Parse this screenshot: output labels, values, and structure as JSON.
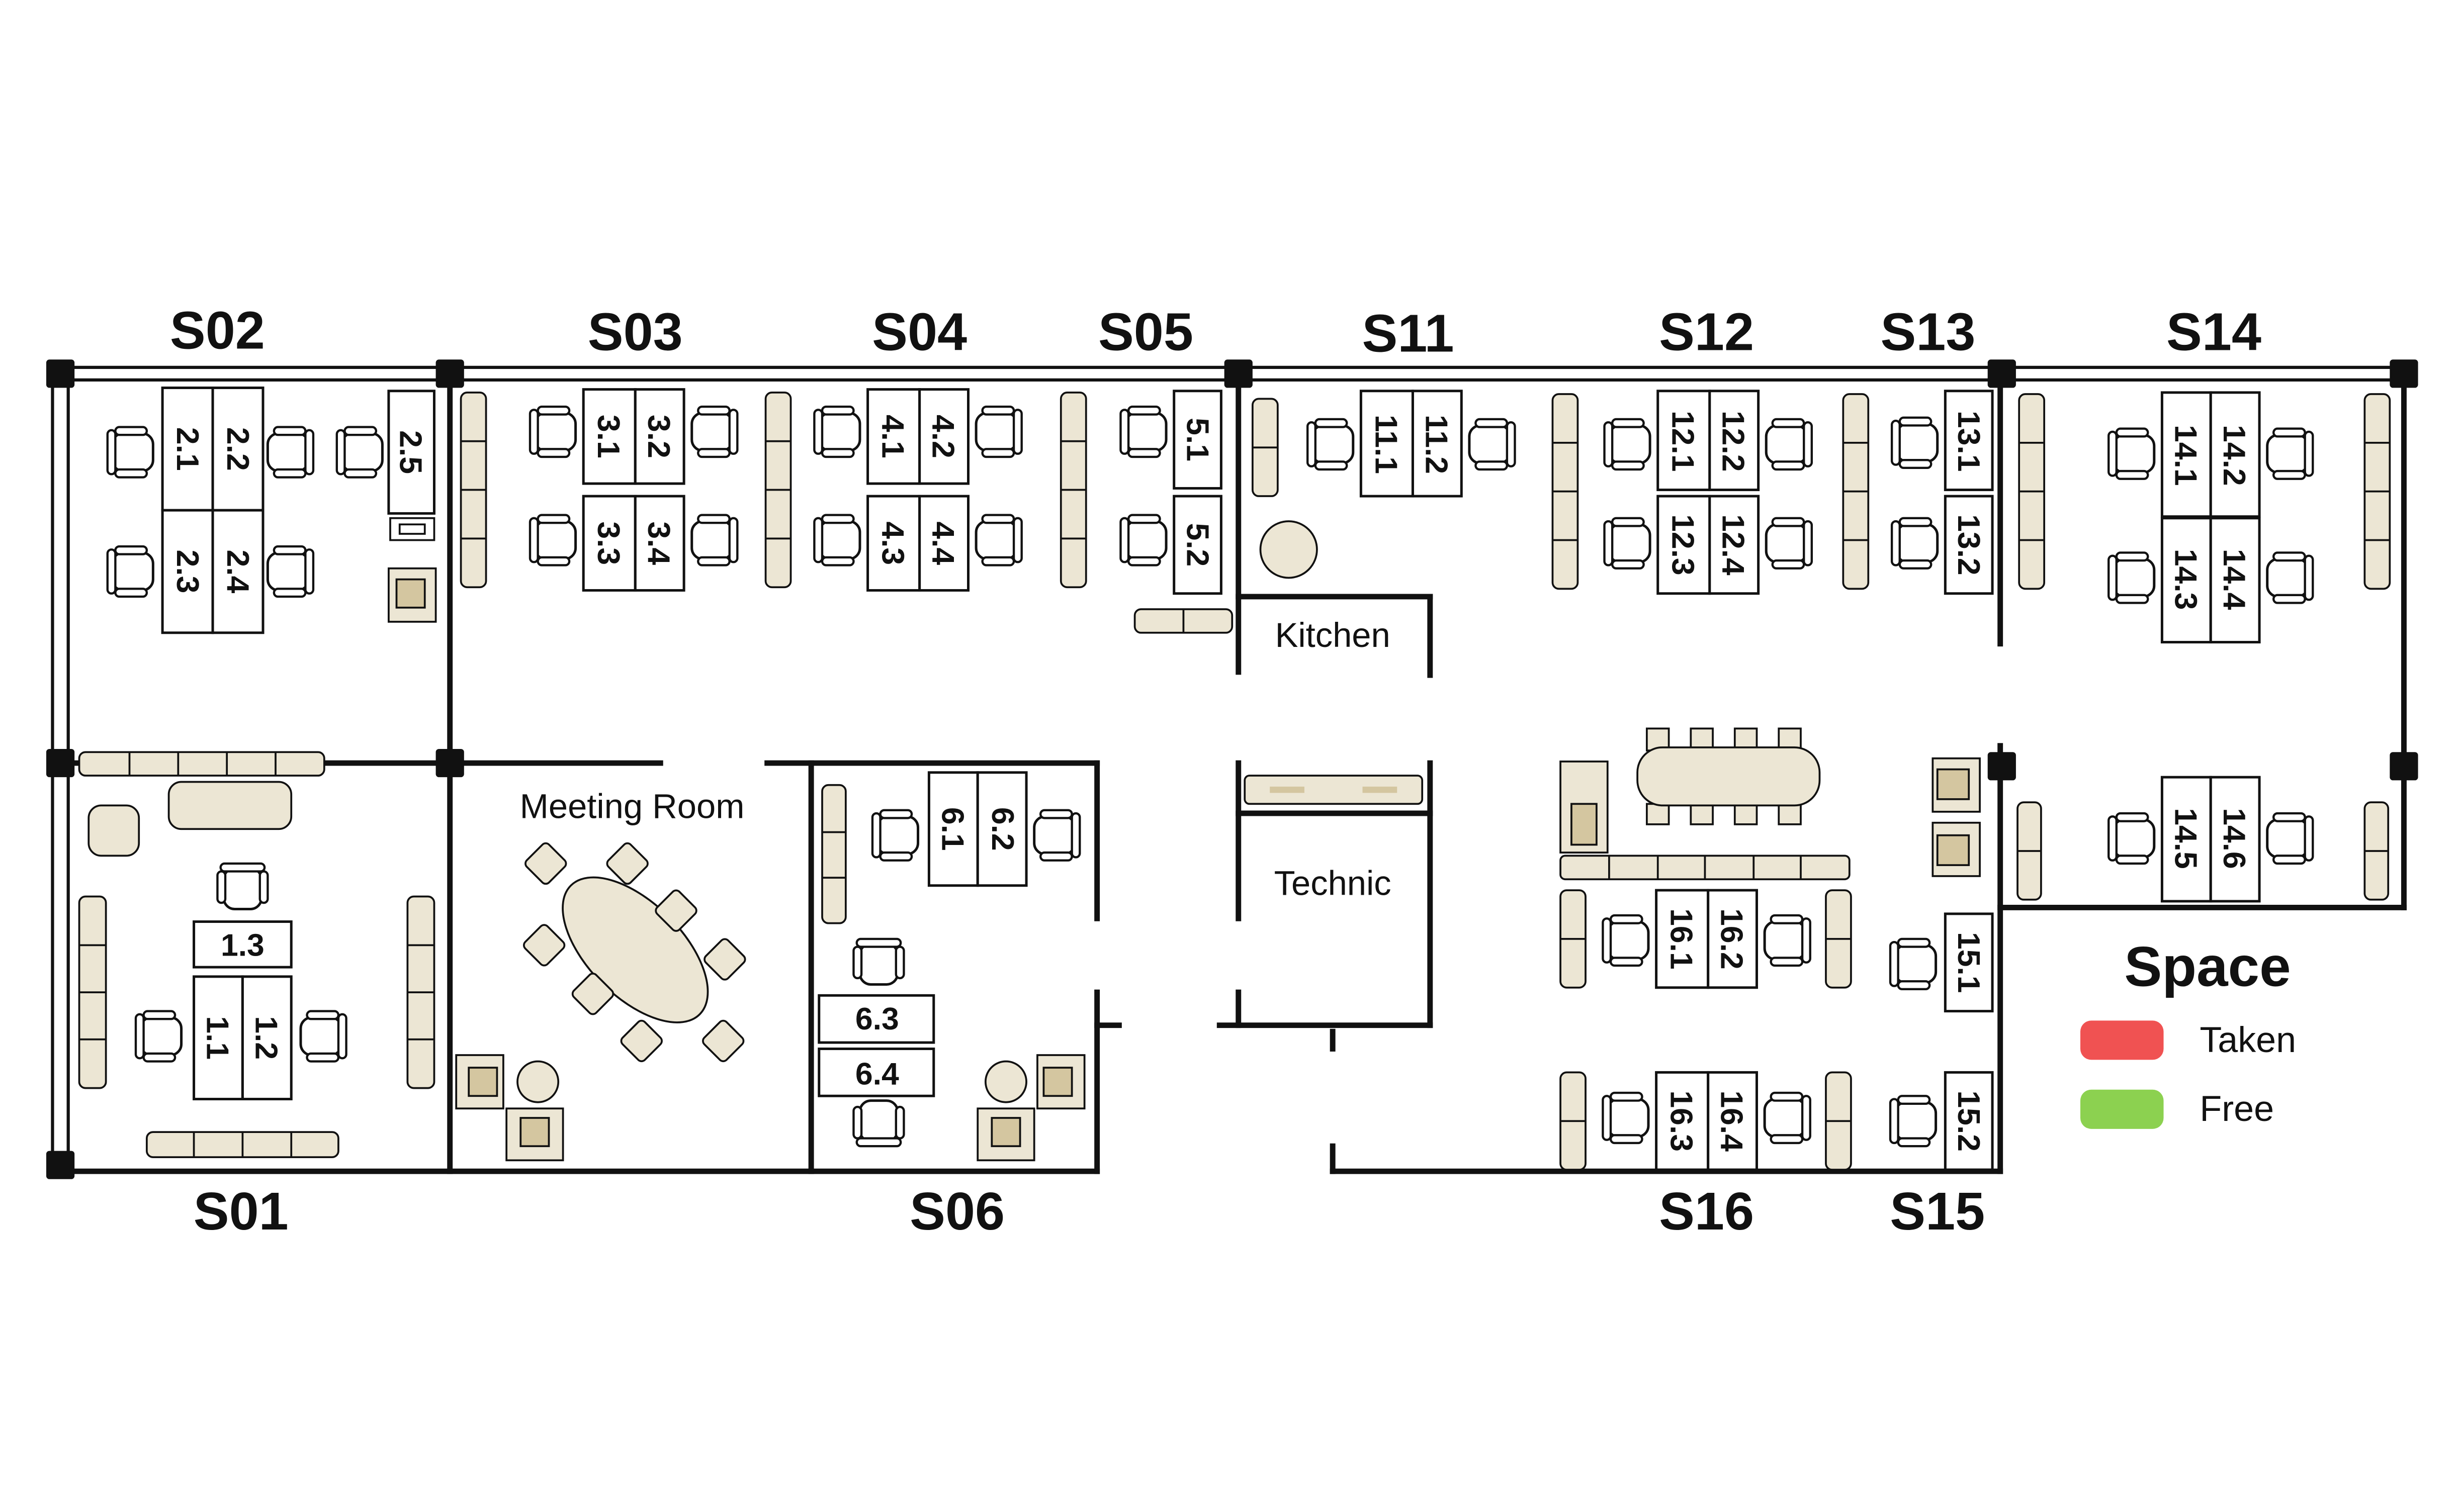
{
  "zones": {
    "s01": "S01",
    "s02": "S02",
    "s03": "S03",
    "s04": "S04",
    "s05": "S05",
    "s06": "S06",
    "s11": "S11",
    "s12": "S12",
    "s13": "S13",
    "s14": "S14",
    "s15": "S15",
    "s16": "S16"
  },
  "rooms": {
    "meeting": "Meeting Room",
    "kitchen": "Kitchen",
    "technic": "Technic"
  },
  "desks": {
    "d1_1": "1.1",
    "d1_2": "1.2",
    "d1_3": "1.3",
    "d2_1": "2.1",
    "d2_2": "2.2",
    "d2_3": "2.3",
    "d2_4": "2.4",
    "d2_5": "2.5",
    "d3_1": "3.1",
    "d3_2": "3.2",
    "d3_3": "3.3",
    "d3_4": "3.4",
    "d4_1": "4.1",
    "d4_2": "4.2",
    "d4_3": "4.3",
    "d4_4": "4.4",
    "d5_1": "5.1",
    "d5_2": "5.2",
    "d6_1": "6.1",
    "d6_2": "6.2",
    "d6_3": "6.3",
    "d6_4": "6.4",
    "d11_1": "11.1",
    "d11_2": "11.2",
    "d12_1": "12.1",
    "d12_2": "12.2",
    "d12_3": "12.3",
    "d12_4": "12.4",
    "d13_1": "13.1",
    "d13_2": "13.2",
    "d14_1": "14.1",
    "d14_2": "14.2",
    "d14_3": "14.3",
    "d14_4": "14.4",
    "d14_5": "14.5",
    "d14_6": "14.6",
    "d15_1": "15.1",
    "d15_2": "15.2",
    "d16_1": "16.1",
    "d16_2": "16.2",
    "d16_3": "16.3",
    "d16_4": "16.4"
  },
  "legend": {
    "title": "Space",
    "items": [
      {
        "label": "Taken",
        "color": "#f05252"
      },
      {
        "label": "Free",
        "color": "#8cd150"
      }
    ]
  },
  "colors": {
    "furniture": "#ece6d4",
    "wall": "#111111",
    "desk": "#ffffff",
    "chair_seat": "#ffffff"
  }
}
